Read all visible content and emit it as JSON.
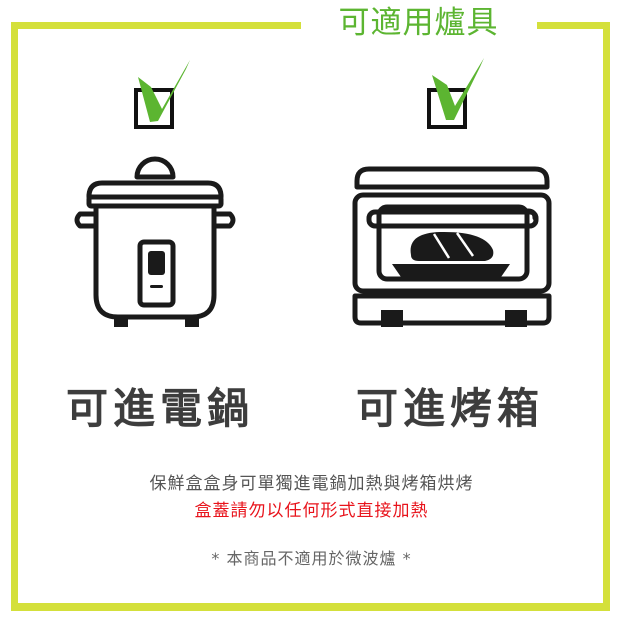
{
  "header": {
    "title": "可適用爐具"
  },
  "colors": {
    "frame": "#d4e03b",
    "title": "#5cb531",
    "check": "#5cb531",
    "label": "#3d3d3d",
    "warning": "#e8131b"
  },
  "items": [
    {
      "label": "可進電鍋",
      "icon": "rice-cooker-icon",
      "checked": true
    },
    {
      "label": "可進烤箱",
      "icon": "oven-icon",
      "checked": true
    }
  ],
  "notes": {
    "main": "保鮮盒盒身可單獨進電鍋加熱與烤箱烘烤",
    "warning": "盒蓋請勿以任何形式直接加熱",
    "microwave": "* 本商品不適用於微波爐 *"
  }
}
